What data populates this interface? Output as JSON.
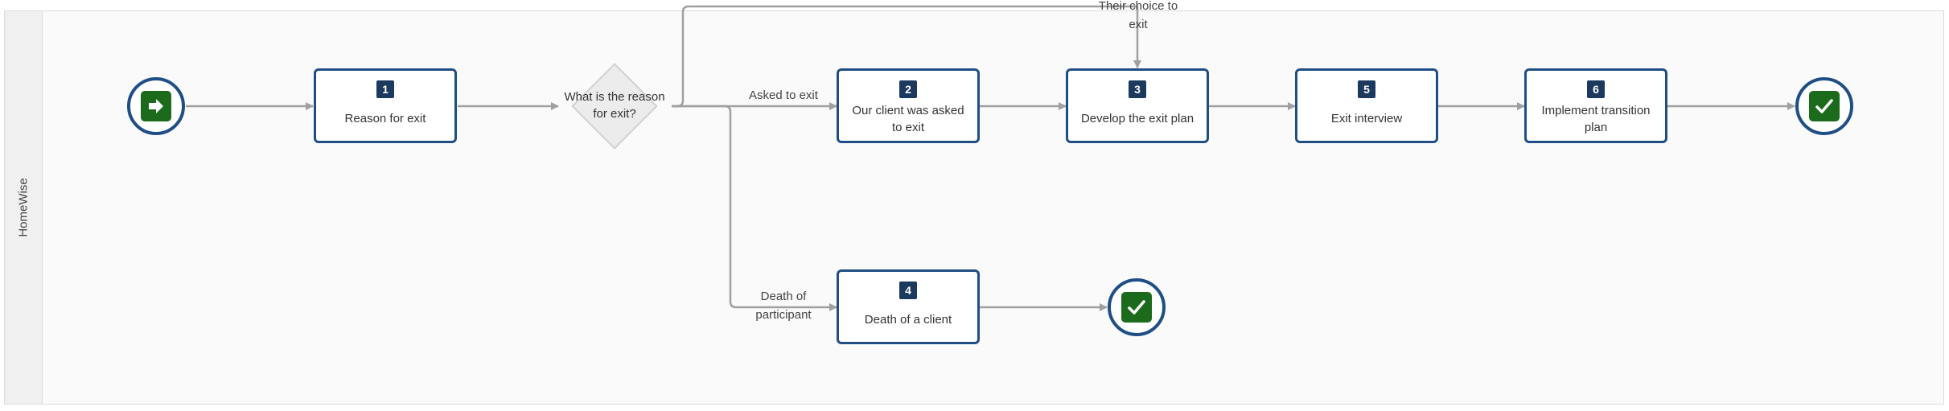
{
  "lane": {
    "label": "HomeWise"
  },
  "gateway": {
    "label": "What is the reason for exit?"
  },
  "tasks": [
    {
      "number": "1",
      "label": "Reason for exit"
    },
    {
      "number": "2",
      "label": "Our client was asked to exit"
    },
    {
      "number": "3",
      "label": "Develop the exit plan"
    },
    {
      "number": "5",
      "label": "Exit interview"
    },
    {
      "number": "6",
      "label": "Implement transition plan"
    },
    {
      "number": "4",
      "label": "Death of a client"
    }
  ],
  "edge_labels": {
    "asked": "Asked to exit",
    "choice_line1": "Their choice to",
    "choice_line2": "exit",
    "death_line1": "Death of",
    "death_line2": "participant"
  },
  "events": {
    "start": "arrow-right-icon",
    "end": "checkmark-icon"
  },
  "colors": {
    "task_border": "#1f4e85",
    "badge": "#1c3a5e",
    "event_fill": "#1c6b1c",
    "connector": "#a0a0a0"
  }
}
